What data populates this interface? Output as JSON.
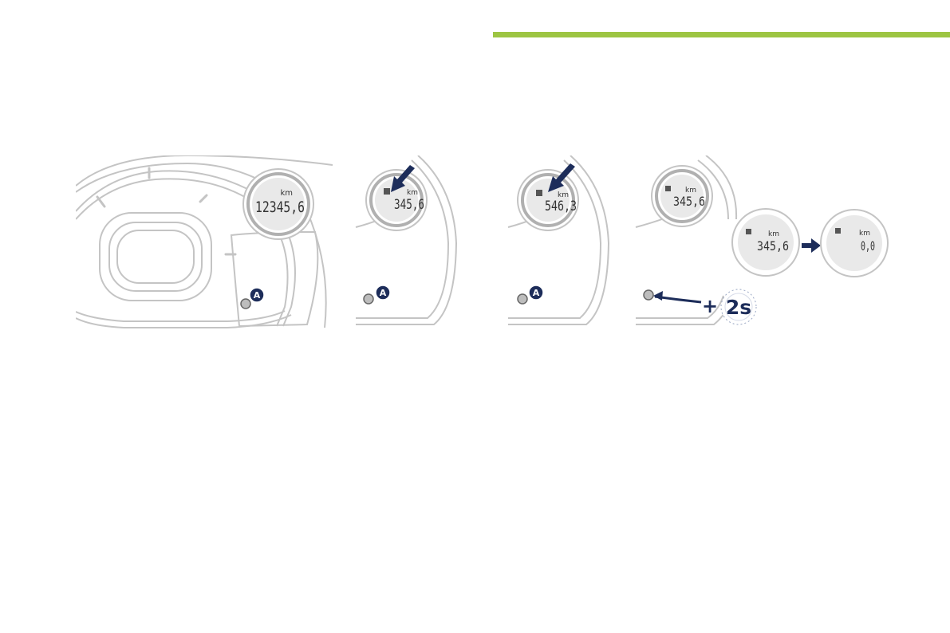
{
  "colors": {
    "accent_bar": "#9dc543",
    "navy": "#1d2d5a",
    "outline": "#c4c4c4",
    "display_fill": "#e9e9e9"
  },
  "callout_label": "A",
  "unit_label": "km",
  "panel1": {
    "odometer_value": "12345,6"
  },
  "panel2": {
    "trip_value": "345,6"
  },
  "panel3": {
    "trip_value": "546,3"
  },
  "panel4": {
    "trip_value": "345,6",
    "before_value": "345,6",
    "after_value": "0,0",
    "hold_label_plus": "+",
    "hold_label_time": "2s"
  },
  "icons": {
    "pointer": "arrow-pointer-icon",
    "button": "reset-button-icon",
    "timer": "clock-icon"
  }
}
